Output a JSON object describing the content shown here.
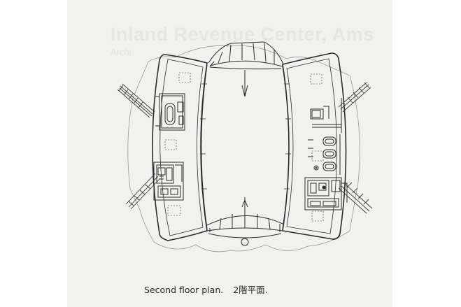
{
  "background_text": {
    "title": "Inland Revenue Center, Ams",
    "subtitle": "Archi"
  },
  "caption": {
    "english": "Second floor plan.",
    "japanese": "2階平面."
  },
  "colors": {
    "ink": "#2b2b2b",
    "paper": "#f1f1ef",
    "page": "#ffffff"
  }
}
